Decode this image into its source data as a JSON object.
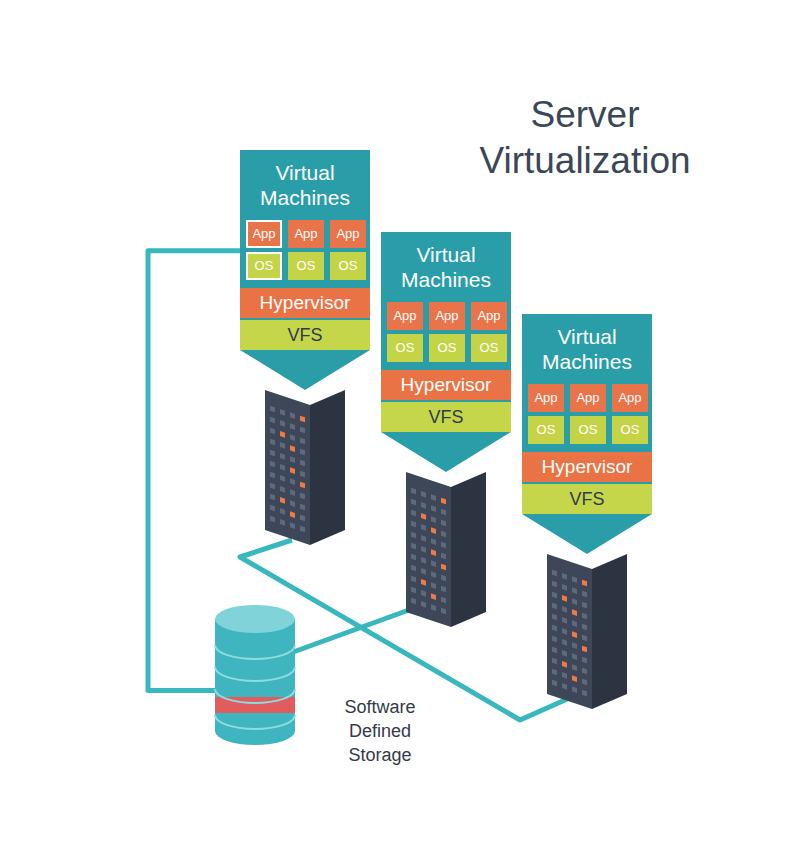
{
  "diagram": {
    "title": "Server Virtualization",
    "nodes": [
      {
        "text": [
          "Virtual Machines"
        ]
      },
      {
        "text": [
          "App"
        ],
        "in": 0
      },
      {
        "text": [
          "App"
        ],
        "in": 0
      },
      {
        "text": [
          "App"
        ],
        "in": 0
      },
      {
        "text": [
          "OS"
        ],
        "in": 0
      },
      {
        "text": [
          "OS"
        ],
        "in": 0
      },
      {
        "text": [
          "OS"
        ],
        "in": 0
      },
      {
        "text": [
          "Hypervisor"
        ],
        "in": 0
      },
      {
        "text": [
          "VFS"
        ],
        "in": 0
      },
      {
        "text": [
          "Virtual Machines"
        ]
      },
      {
        "text": [
          "App"
        ],
        "in": 9
      },
      {
        "text": [
          "App"
        ],
        "in": 9
      },
      {
        "text": [
          "App"
        ],
        "in": 9
      },
      {
        "text": [
          "OS"
        ],
        "in": 9
      },
      {
        "text": [
          "OS"
        ],
        "in": 9
      },
      {
        "text": [
          "OS"
        ],
        "in": 9
      },
      {
        "text": [
          "Hypervisor"
        ],
        "in": 9
      },
      {
        "text": [
          "VFS"
        ],
        "in": 9
      },
      {
        "text": [
          "Virtual Machines"
        ]
      },
      {
        "text": [
          "App"
        ],
        "in": 18
      },
      {
        "text": [
          "App"
        ],
        "in": 18
      },
      {
        "text": [
          "App"
        ],
        "in": 18
      },
      {
        "text": [
          "OS"
        ],
        "in": 18
      },
      {
        "text": [
          "OS"
        ],
        "in": 18
      },
      {
        "text": [
          "OS"
        ],
        "in": 18
      },
      {
        "text": [
          "Hypervisor"
        ],
        "in": 18
      },
      {
        "text": [
          "VFS"
        ],
        "in": 18
      },
      {
        "text": [
          "Software Defined Storage"
        ]
      }
    ],
    "edges": [
      {
        "from": 27,
        "to": 0,
        "arrow": "none"
      }
    ]
  }
}
